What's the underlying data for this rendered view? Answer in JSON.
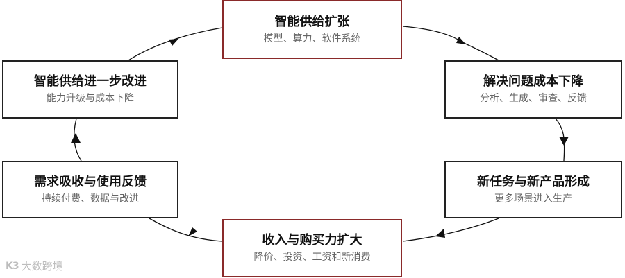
{
  "nodes": {
    "top": {
      "title": "智能供给扩张",
      "subtitle": "模型、算力、软件系统"
    },
    "right1": {
      "title": "解决问题成本下降",
      "subtitle": "分析、生成、审查、反馈"
    },
    "right2": {
      "title": "新任务与新产品形成",
      "subtitle": "更多场景进入生产"
    },
    "bottom": {
      "title": "收入与购买力扩大",
      "subtitle": "降价、投资、工资和新消费"
    },
    "left2": {
      "title": "需求吸收与使用反馈",
      "subtitle": "持续付费、数据与改进"
    },
    "left1": {
      "title": "智能供给进一步改进",
      "subtitle": "能力升级与成本下降"
    }
  },
  "colors": {
    "accent_border": "#8a2a2a",
    "default_border": "#222222",
    "arrow": "#111111"
  },
  "watermark": {
    "logo": "K3",
    "text": "大数跨境"
  }
}
